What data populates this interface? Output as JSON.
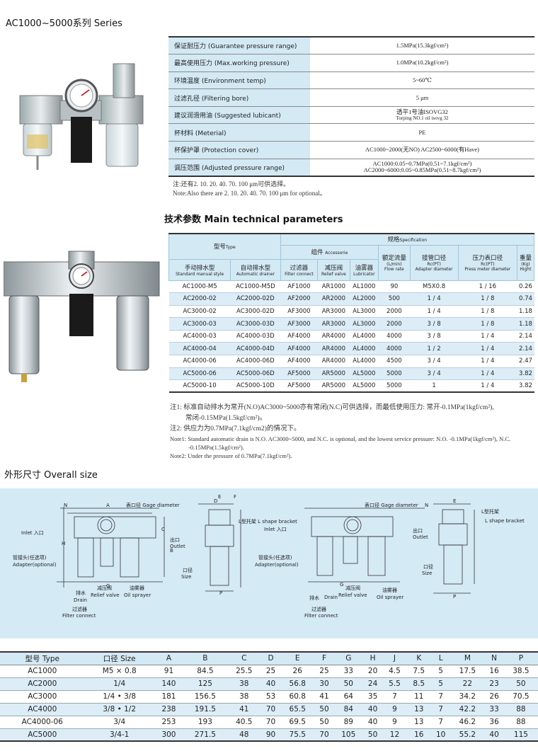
{
  "series_title": "AC1000~5000系列 Series",
  "spec": [
    {
      "k": "保证耐压力 (Guarantee pressure range)",
      "v": "1.5MPa(15.3kgf/cm²)"
    },
    {
      "k": "最高使用压力 (Max.working pressure)",
      "v": "1.0MPa(10.2kgf/cm²)"
    },
    {
      "k": "环境温度 (Environment temp)",
      "v": "5~60℃"
    },
    {
      "k": "过滤孔径 (Filtering bore)",
      "v": "5 μm"
    },
    {
      "k": "建议润滑用油 (Suggested lubicant)",
      "v": "透平1号油ISOVG32",
      "v2": "Torping NO.1 oil isovg 32"
    },
    {
      "k": "杯材料 (Meterial)",
      "v": "PE"
    },
    {
      "k": "杯保护罩 (Protection cover)",
      "v": "AC1000~2000(无NO)   AC2500~6000(有Have)"
    },
    {
      "k": "调压范围 (Adjusted pressure range)",
      "v": "AC1000:0.05~0.7MPa(0.51~7.1kgf/cm²)",
      "v2": "AC2000~6000:0.05~0.85MPa(0.51~8.7kgf/cm²)"
    }
  ],
  "spec_note1": "注:还有2. 10. 20. 40. 70. 100 μm可供选择。",
  "spec_note2": "Note:Also there are 2. 10. 20. 40. 70. 100 μm for optional。",
  "tech_title": "技术参数 Main technical parameters",
  "tech_head": {
    "model": "型号",
    "model_en": "Type",
    "spec": "规格",
    "spec_en": "Specification",
    "acc": "组件",
    "acc_en": "Accessorie",
    "manual": "手动排水型",
    "manual_en": "Standard manual style",
    "auto": "自动排水型",
    "auto_en": "Automatic drainer",
    "filter": "过滤器",
    "filter_en": "Filter connect",
    "relief": "减压阀",
    "relief_en": "Relief valve",
    "lub": "油雾器",
    "lub_en": "Lubricator",
    "flow": "额定流量",
    "flow_unit": "(L/min)",
    "flow_en": "Flow rate",
    "port": "接管口径",
    "port_unit": "Rc(PT)",
    "port_en": "Adapter diameter",
    "gauge": "压力表口径",
    "gauge_unit": "Rc(PT)",
    "gauge_en": "Press meter diameter",
    "weight": "重量",
    "weight_unit": "(Kg)",
    "weight_en": "Hight"
  },
  "tech_rows": [
    [
      "AC1000-M5",
      "AC1000-M5D",
      "AF1000",
      "AR1000",
      "AL1000",
      "90",
      "M5X0.8",
      "1 / 16",
      "0.26"
    ],
    [
      "AC2000-02",
      "AC2000-02D",
      "AF2000",
      "AR2000",
      "AL2000",
      "500",
      "1 / 4",
      "1 / 8",
      "0.74"
    ],
    [
      "AC3000-02",
      "AC3000-02D",
      "AF3000",
      "AR3000",
      "AL3000",
      "2000",
      "1 / 4",
      "1 / 8",
      "1.18"
    ],
    [
      "AC3000-03",
      "AC3000-03D",
      "AF3000",
      "AR3000",
      "AL3000",
      "2000",
      "3 / 8",
      "1 / 8",
      "1.18"
    ],
    [
      "AC4000-03",
      "AC4000-03D",
      "AF4000",
      "AR4000",
      "AL4000",
      "4000",
      "3 / 8",
      "1 / 4",
      "2.14"
    ],
    [
      "AC4000-04",
      "AC4000-04D",
      "AF4000",
      "AR4000",
      "AL4000",
      "4000",
      "1 / 2",
      "1 / 4",
      "2.14"
    ],
    [
      "AC4000-06",
      "AC4000-06D",
      "AF4000",
      "AR4000",
      "AL4000",
      "4500",
      "3 / 4",
      "1 / 4",
      "2.47"
    ],
    [
      "AC5000-06",
      "AC5000-06D",
      "AF5000",
      "AR5000",
      "AL5000",
      "5000",
      "3 / 4",
      "1 / 4",
      "3.82"
    ],
    [
      "AC5000-10",
      "AC5000-10D",
      "AF5000",
      "AR5000",
      "AL5000",
      "5000",
      "1",
      "1 / 4",
      "3.82"
    ]
  ],
  "tech_notes": [
    "注1: 标准自动排水为常开(N.O)AC3000~5000亦有常闭(N.C)可供选择，而最低使用压力: 常开-0.1MPa(1kgf/cm²),",
    "常闭-0.15MPa(1.5kgf/cm²)。",
    "注2: 供应力为0.7MPa(7.1kgf/cm2)的情况下。",
    "Note1: Standard automatic drain is N.O. AC3000~5000, and N.C. is optional, and the lowest service pressure: N.O. -0.1MPa(1kgf/cm²), N.C.",
    "-0.15MPa(1.5kgf/cm²).",
    "Note2: Under the pressure of 0.7MPa(7.1kgf/cm²)."
  ],
  "overall_title": "外形尺寸 Overall size",
  "drawing": {
    "gage": "表口径 Gage diameter",
    "inlet": "Inlet 入口",
    "outlet": "出口 Outlet",
    "adapter_cn": "管接头(任选项)",
    "adapter_en": "Adapter(optional)",
    "bracket_cn": "L型托架",
    "bracket_en": "L shape bracket",
    "size_cn": "口径",
    "size_en": "Size",
    "drain_cn": "排水",
    "drain_en": "Drain",
    "relief_cn": "减压阀",
    "relief_en": "Relief valve",
    "oil_cn": "油雾器",
    "oil_en": "Oil sprayer",
    "filter_cn": "过滤器",
    "filter_en": "Filter connect"
  },
  "dims_head": [
    "型号 Type",
    "口径 Size",
    "A",
    "B",
    "C",
    "D",
    "E",
    "F",
    "G",
    "H",
    "J",
    "K",
    "L",
    "M",
    "N",
    "P"
  ],
  "dims_rows": [
    [
      "AC1000",
      "M5 × 0.8",
      "91",
      "84.5",
      "25.5",
      "25",
      "26",
      "25",
      "33",
      "20",
      "4.5",
      "7.5",
      "5",
      "17.5",
      "16",
      "38.5"
    ],
    [
      "AC2000",
      "1/4",
      "140",
      "125",
      "38",
      "40",
      "56.8",
      "30",
      "50",
      "24",
      "5.5",
      "8.5",
      "5",
      "22",
      "23",
      "50"
    ],
    [
      "AC3000",
      "1/4 • 3/8",
      "181",
      "156.5",
      "38",
      "53",
      "60.8",
      "41",
      "64",
      "35",
      "7",
      "11",
      "7",
      "34.2",
      "26",
      "70.5"
    ],
    [
      "AC4000",
      "3/8 • 1/2",
      "238",
      "191.5",
      "41",
      "70",
      "65.5",
      "50",
      "84",
      "40",
      "9",
      "13",
      "7",
      "42.2",
      "33",
      "88"
    ],
    [
      "AC4000-06",
      "3/4",
      "253",
      "193",
      "40.5",
      "70",
      "69.5",
      "50",
      "89",
      "40",
      "9",
      "13",
      "7",
      "46.2",
      "36",
      "88"
    ],
    [
      "AC5000",
      "3/4-1",
      "300",
      "271.5",
      "48",
      "90",
      "75.5",
      "70",
      "105",
      "50",
      "12",
      "16",
      "10",
      "55.2",
      "40",
      "115"
    ]
  ]
}
